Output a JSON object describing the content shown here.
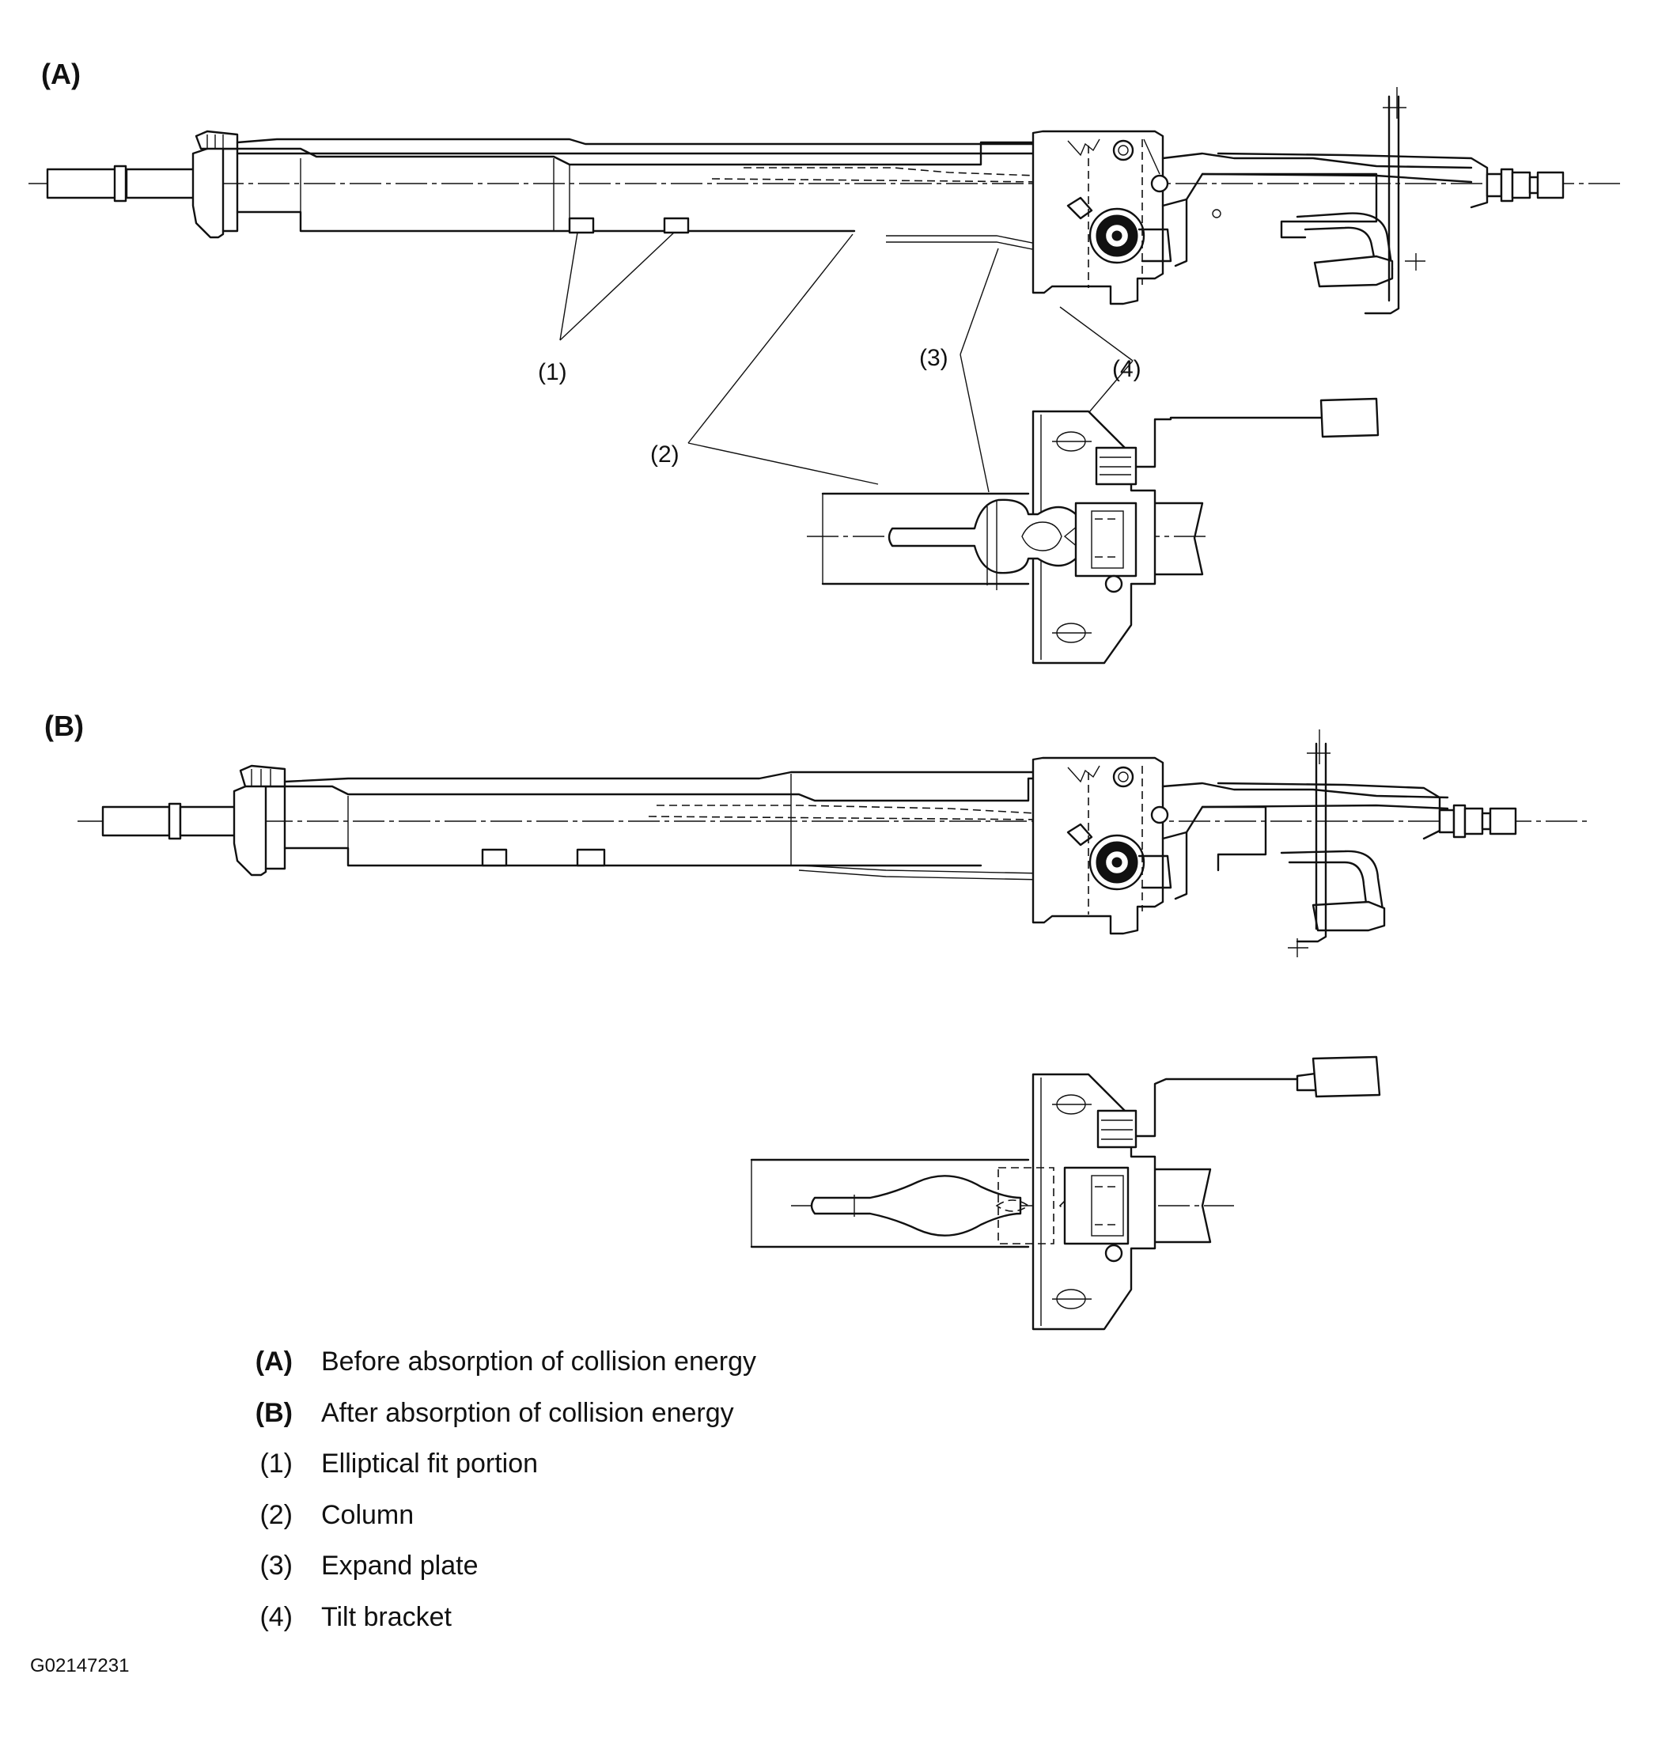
{
  "figure": {
    "section_a_label": "(A)",
    "section_b_label": "(B)",
    "callouts": {
      "c1": "(1)",
      "c2": "(2)",
      "c3": "(3)",
      "c4": "(4)"
    },
    "figure_code": "G02147231"
  },
  "legend": [
    {
      "key": "(A)",
      "bold": true,
      "desc": "Before absorption of collision energy"
    },
    {
      "key": "(B)",
      "bold": true,
      "desc": "After absorption of collision energy"
    },
    {
      "key": "(1)",
      "bold": false,
      "desc": "Elliptical fit portion"
    },
    {
      "key": "(2)",
      "bold": false,
      "desc": "Column"
    },
    {
      "key": "(3)",
      "bold": false,
      "desc": "Expand plate"
    },
    {
      "key": "(4)",
      "bold": false,
      "desc": "Tilt bracket"
    }
  ]
}
